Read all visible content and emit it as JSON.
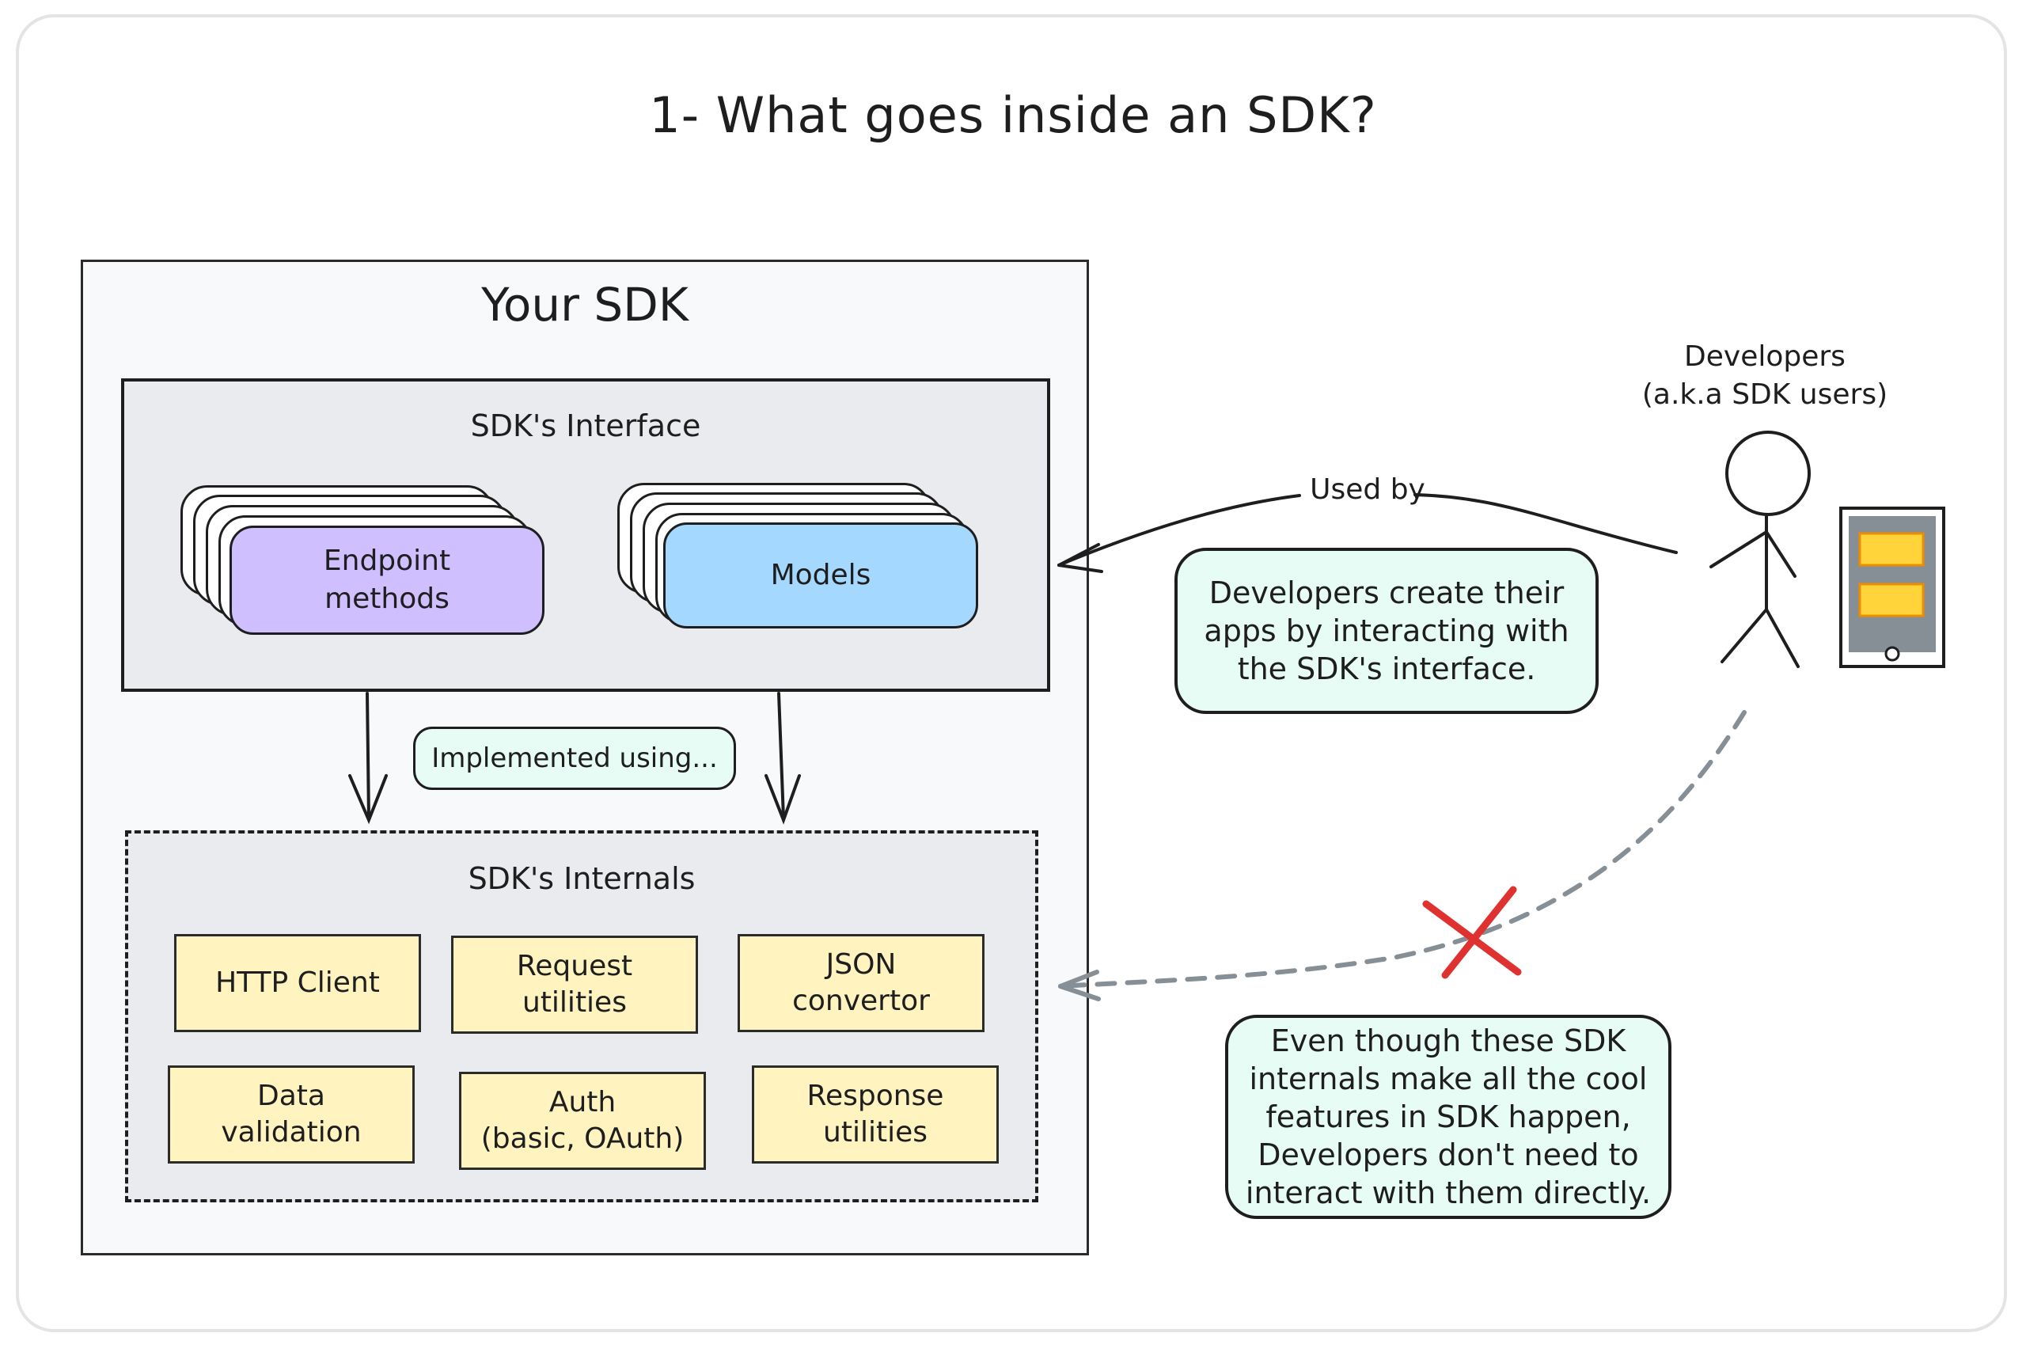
{
  "title": "1- What goes inside an SDK?",
  "sdk": {
    "title": "Your SDK",
    "interface": {
      "label": "SDK's Interface",
      "cards": [
        {
          "label": "Endpoint\nmethods",
          "color": "#d0bfff"
        },
        {
          "label": "Models",
          "color": "#a5d8ff"
        }
      ]
    },
    "implemented_label": "Implemented using...",
    "internals": {
      "label": "SDK's Internals",
      "items": [
        "HTTP Client",
        "Request\nutilities",
        "JSON\nconvertor",
        "Data\nvalidation",
        "Auth\n(basic, OAuth)",
        "Response\nutilities"
      ]
    }
  },
  "developers": {
    "label": "Developers\n(a.k.a SDK users)",
    "used_by": "Used by"
  },
  "notes": {
    "interface_note": "Developers create their\napps by interacting with\nthe SDK's interface.",
    "internals_note": "Even though these SDK\ninternals make all the cool\nfeatures in SDK happen,\nDevelopers don't need to\ninteract with them directly."
  },
  "colors": {
    "note_fill": "#e6fcf5",
    "util_fill": "#fff3bf",
    "box_fill": "#e9ebef",
    "cross": "#e03131",
    "dashed_arrow": "#868e96"
  }
}
